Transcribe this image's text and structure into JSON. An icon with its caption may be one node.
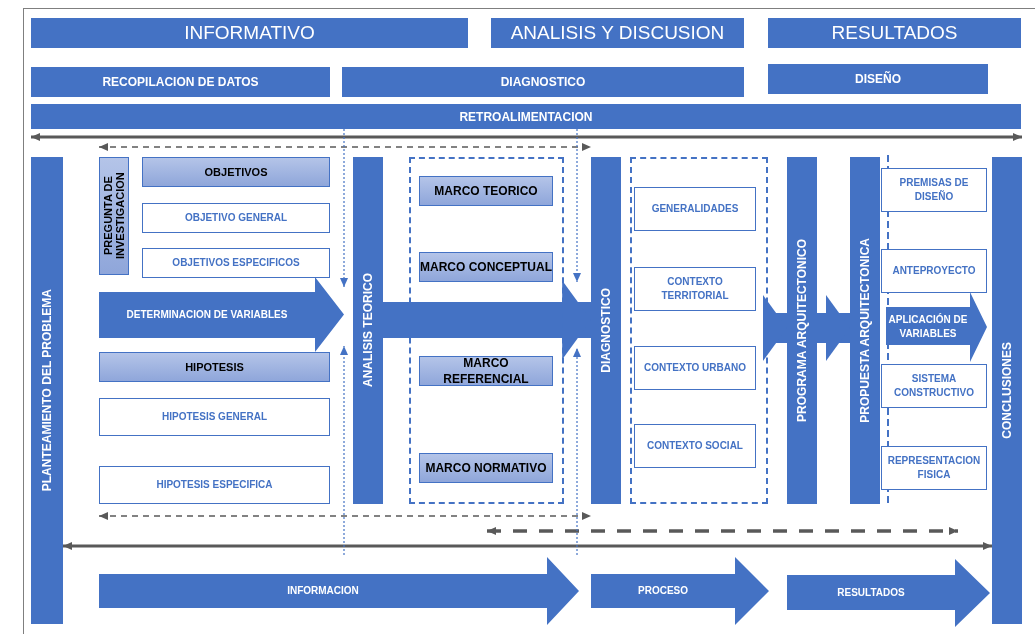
{
  "diagram": {
    "nodes": [
      {
        "text": [
          "INFORMATIVO"
        ]
      },
      {
        "text": [
          "ANALISIS Y DISCUSION"
        ]
      },
      {
        "text": [
          "RESULTADOS"
        ]
      },
      {
        "text": [
          "RECOPILACION DE DATOS"
        ]
      },
      {
        "text": [
          "DIAGNOSTICO"
        ]
      },
      {
        "text": [
          "DISEÑO"
        ]
      },
      {
        "text": [
          "RETROALIMENTACION"
        ]
      },
      {
        "text": [
          "PLANTEAMIENTO DEL PROBLEMA"
        ]
      },
      {
        "text": [
          "PREGUNTA DE INVESTIGACION"
        ]
      },
      {
        "text": [
          "OBJETIVOS"
        ]
      },
      {
        "text": [
          "OBJETIVO GENERAL"
        ]
      },
      {
        "text": [
          "OBJETIVOS ESPECIFICOS"
        ]
      },
      {
        "text": [
          "DETERMINACION DE VARIABLES"
        ]
      },
      {
        "text": [
          "HIPOTESIS"
        ]
      },
      {
        "text": [
          "HIPOTESIS GENERAL"
        ]
      },
      {
        "text": [
          "HIPOTESIS ESPECIFICA"
        ]
      },
      {
        "text": [
          "ANALISIS TEORICO"
        ]
      },
      {
        "text": [],
        "shape": "box"
      },
      {
        "text": [
          "MARCO TEORICO"
        ],
        "in": 17
      },
      {
        "text": [
          "MARCO CONCEPTUAL"
        ],
        "in": 17
      },
      {
        "text": [
          "MARCO REFERENCIAL"
        ],
        "in": 17
      },
      {
        "text": [
          "MARCO NORMATIVO"
        ],
        "in": 17
      },
      {
        "text": [
          "DIAGNOSTICO"
        ]
      },
      {
        "text": [],
        "shape": "box"
      },
      {
        "text": [
          "GENERALIDADES"
        ],
        "in": 23
      },
      {
        "text": [
          "CONTEXTO TERRITORIAL"
        ],
        "in": 23
      },
      {
        "text": [
          "CONTEXTO URBANO"
        ],
        "in": 23
      },
      {
        "text": [
          "CONTEXTO SOCIAL"
        ],
        "in": 23
      },
      {
        "text": [
          "PROGRAMA ARQUITECTONICO"
        ]
      },
      {
        "text": [
          "PROPUESTA ARQUITECTONICA"
        ]
      },
      {
        "text": [
          "PREMISAS DE DISEÑO"
        ]
      },
      {
        "text": [
          "ANTEPROYECTO"
        ]
      },
      {
        "text": [
          "APLICACIÓN DE VARIABLES"
        ]
      },
      {
        "text": [
          "SISTEMA CONSTRUCTIVO"
        ]
      },
      {
        "text": [
          "REPRESENTACION FISICA"
        ]
      },
      {
        "text": [
          "CONCLUSIONES"
        ]
      },
      {
        "text": [
          "INFORMACION"
        ]
      },
      {
        "text": [
          "PROCESO"
        ]
      },
      {
        "text": [
          "RESULTADOS"
        ]
      }
    ],
    "edges": [
      {
        "from": 16,
        "to": 22,
        "arrow": "to",
        "style": "thick"
      },
      {
        "from": 23,
        "to": 28,
        "arrow": "to",
        "style": "thick"
      },
      {
        "from": 28,
        "to": 29,
        "arrow": "to",
        "style": "thick"
      },
      {
        "from": 7,
        "to": 35,
        "arrow": "both",
        "color": "#595959"
      },
      {
        "from": 7,
        "to": 35,
        "arrow": "both",
        "color": "#595959"
      },
      {
        "from": 8,
        "to": 22,
        "arrow": "both",
        "style": "dashed",
        "color": "#595959"
      },
      {
        "from": 15,
        "to": 22,
        "arrow": "both",
        "style": "dashed",
        "color": "#595959"
      },
      {
        "from": 6,
        "to": 16,
        "arrow": "to",
        "style": "dashed"
      },
      {
        "from": null,
        "to": 16,
        "arrow": "to",
        "style": "dashed"
      },
      {
        "from": 6,
        "to": 22,
        "arrow": "to",
        "style": "dashed"
      },
      {
        "from": null,
        "to": 22,
        "arrow": "to",
        "style": "dashed"
      }
    ]
  }
}
